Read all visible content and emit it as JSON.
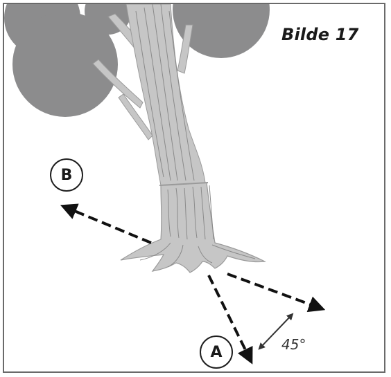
{
  "figure": {
    "title": "Bilde 17"
  },
  "labels": {
    "direction_b": "B",
    "direction_a": "A",
    "angle": "45°"
  },
  "colors": {
    "canopy": "#8c8c8d",
    "trunk": "#c6c6c6",
    "bark_lines": "#8a8a8a",
    "arrows": "#111111",
    "frame": "#6a6a6a"
  }
}
